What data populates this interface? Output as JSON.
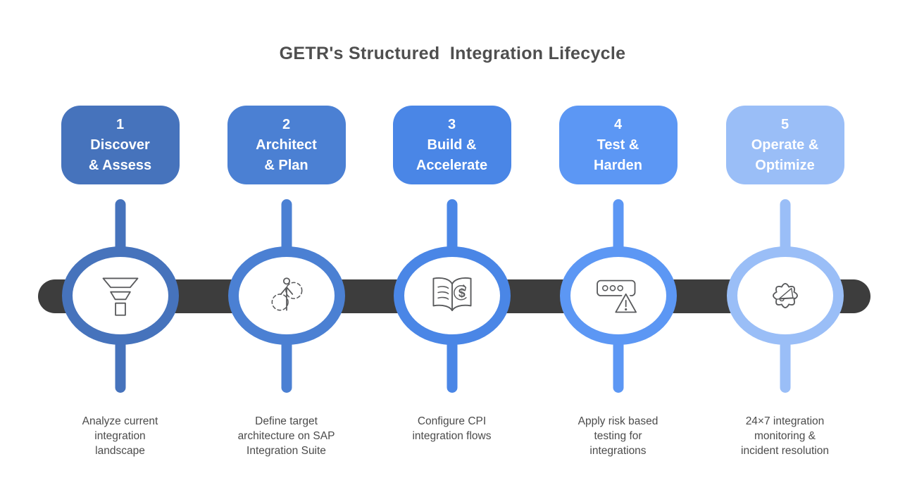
{
  "title": "GETR's Structured  Integration Lifecycle",
  "colors": {
    "background": "#ffffff",
    "title_text": "#4f4f4f",
    "timeline_bar": "#3d3d3d",
    "description_text": "#4b4b4b",
    "icon_stroke": "#595a5c"
  },
  "stages": [
    {
      "number": "1",
      "label": "Discover\n& Assess",
      "color": "#4673bc",
      "icon": "funnel-icon",
      "description": "Analyze current\nintegration\nlandscape"
    },
    {
      "number": "2",
      "label": "Architect\n& Plan",
      "color": "#4b80d3",
      "icon": "growth-plan-icon",
      "description": "Define target\narchitecture on SAP\nIntegration Suite"
    },
    {
      "number": "3",
      "label": "Build &\nAccelerate",
      "color": "#4a86e6",
      "icon": "book-dollar-icon",
      "description": "Configure CPI\nintegration flows"
    },
    {
      "number": "4",
      "label": "Test &\nHarden",
      "color": "#5c97f4",
      "icon": "password-warning-icon",
      "description": "Apply risk based\ntesting for\nintegrations"
    },
    {
      "number": "5",
      "label": "Operate &\nOptimize",
      "color": "#9abef7",
      "icon": "gear-megaphone-icon",
      "description": "24×7 integration\nmonitoring &\nincident resolution"
    }
  ]
}
